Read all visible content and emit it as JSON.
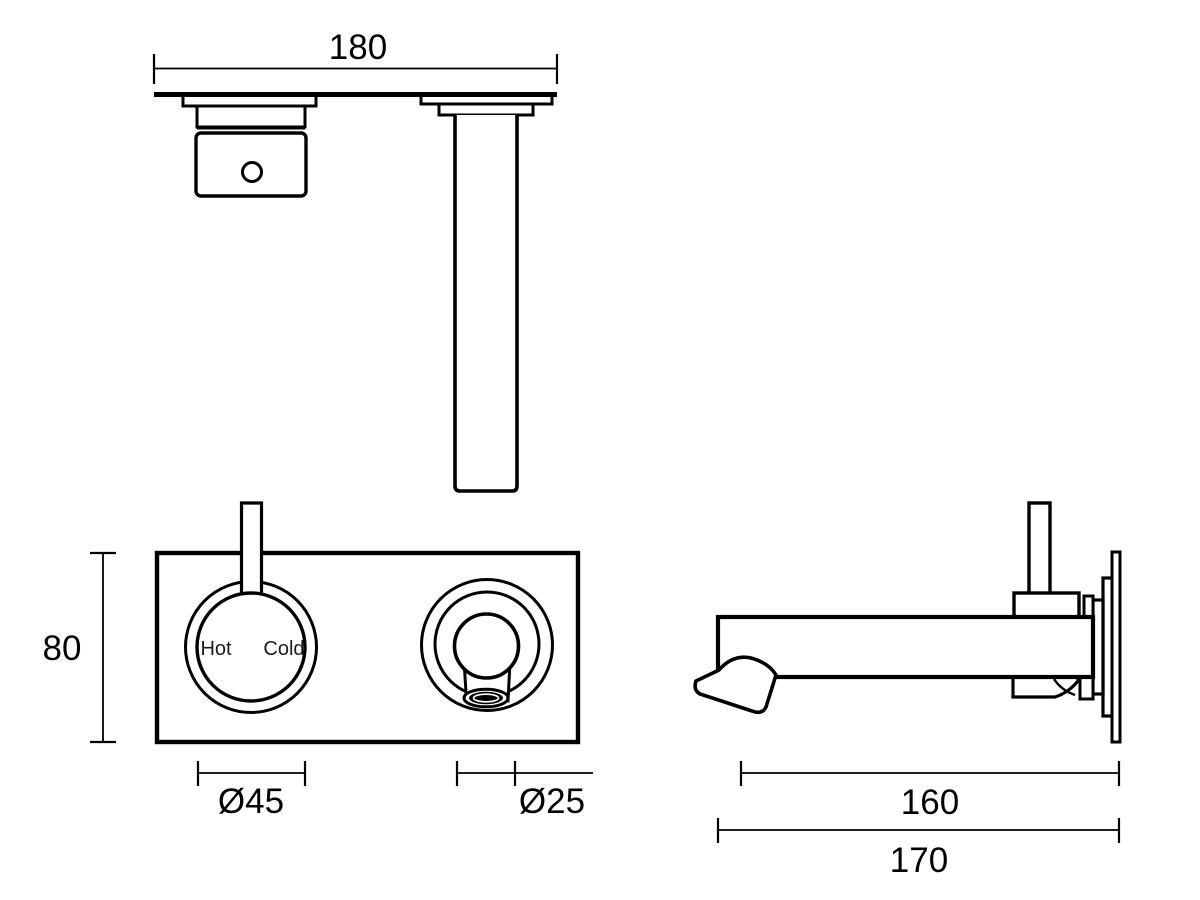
{
  "drawing": {
    "background": "#ffffff",
    "line_color": "#000000",
    "views": {
      "top": {
        "label": "top-view",
        "dim_width": "180"
      },
      "front": {
        "label": "front-view",
        "dim_height": "80",
        "dim_handle_diameter": "Ø45",
        "dim_spout_diameter": "Ø25",
        "handle_labels": {
          "hot": "Hot",
          "cold": "Cold"
        }
      },
      "side": {
        "label": "side-view",
        "dim_spout_reach": "160",
        "dim_overall_depth": "170"
      }
    }
  }
}
